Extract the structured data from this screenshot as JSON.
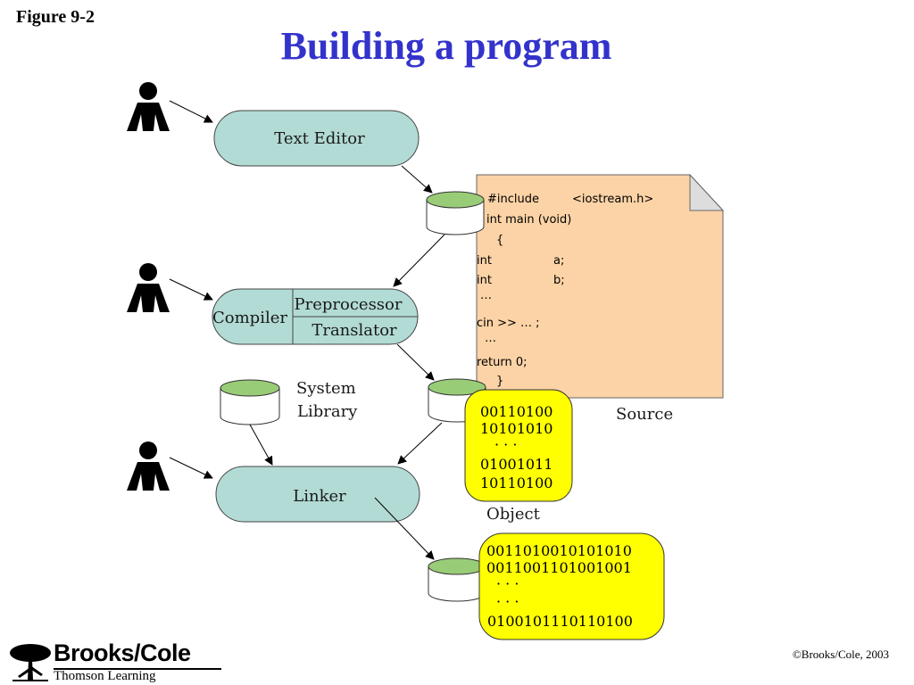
{
  "figure_label": "Figure 9-2",
  "title": "Building  a program",
  "nodes": {
    "text_editor": "Text Editor",
    "compiler": "Compiler",
    "preprocessor": "Preprocessor",
    "translator": "Translator",
    "linker": "Linker",
    "system_library": [
      "System",
      "Library"
    ]
  },
  "source": {
    "label": "Source",
    "lines": [
      {
        "a": "#include",
        "b": "<iostream.h>"
      },
      {
        "a": "int main (void)",
        "b": ""
      },
      {
        "a": "{",
        "b": ""
      },
      {
        "a": "int",
        "b": "a;"
      },
      {
        "a": "int",
        "b": "b;"
      },
      {
        "a": "…",
        "b": ""
      },
      {
        "a": "cin >> … ;",
        "b": ""
      },
      {
        "a": "…",
        "b": ""
      },
      {
        "a": "return  0;",
        "b": ""
      },
      {
        "a": "}",
        "b": ""
      }
    ]
  },
  "object": {
    "label": "Object",
    "lines": [
      "00110100",
      "10101010",
      "· · ·",
      "01001011",
      "10110100"
    ]
  },
  "executable": {
    "lines": [
      "0011010010101010",
      "0011001101001001",
      "· · ·",
      "· · ·",
      "0100101110110100"
    ]
  },
  "logo": {
    "name": "Brooks/Cole",
    "subtitle": "Thomson Learning"
  },
  "copyright": "©Brooks/Cole, 2003",
  "colors": {
    "title": "#3333cc",
    "pill": "#b2dbd5",
    "document": "#fcd3a6",
    "binary": "#ffff00",
    "disk_top": "#99cc77"
  }
}
